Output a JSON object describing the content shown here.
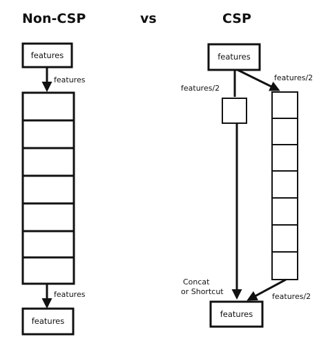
{
  "titles": {
    "left": "Non-CSP",
    "middle": "vs",
    "right": "CSP"
  },
  "left": {
    "top_box": "features",
    "top_edge": "features",
    "bottom_edge": "features",
    "bottom_box": "features",
    "layer_count": 7
  },
  "right": {
    "top_box": "features",
    "split_left_label": "features/2",
    "split_right_label": "features/2",
    "merge_label_line1": "Concat",
    "merge_label_line2": "or Shortcut",
    "merge_right_label": "features/2",
    "bottom_box": "features",
    "layer_count": 7
  }
}
